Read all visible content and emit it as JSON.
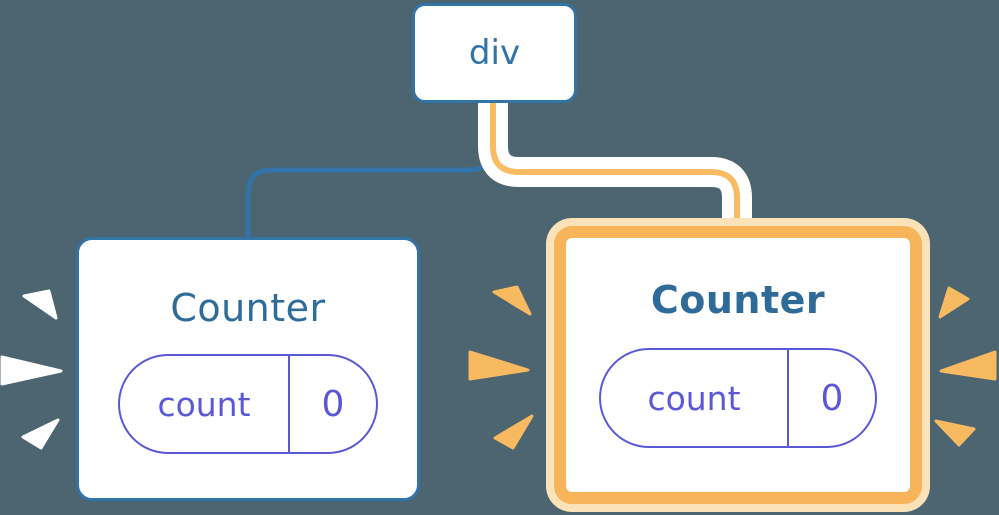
{
  "colors": {
    "background": "#4C6570",
    "node_blue": "#3273A8",
    "title_blue": "#2E6B99",
    "state_purple": "#5B58D6",
    "edge_blue": "#3273A8",
    "edge_orange": "#F9BC63",
    "edge_casing_white": "#FFFFFF",
    "highlight_border_orange": "#F8B45A",
    "highlight_glow_orange": "#FBE2B8",
    "spark_white": "#FFFFFF",
    "spark_orange": "#F8BA61"
  },
  "tree": {
    "root": {
      "label": "div"
    },
    "children": [
      {
        "title": "Counter",
        "highlighted": false,
        "state": {
          "key": "count",
          "value": "0"
        }
      },
      {
        "title": "Counter",
        "highlighted": true,
        "state": {
          "key": "count",
          "value": "0"
        }
      }
    ]
  }
}
